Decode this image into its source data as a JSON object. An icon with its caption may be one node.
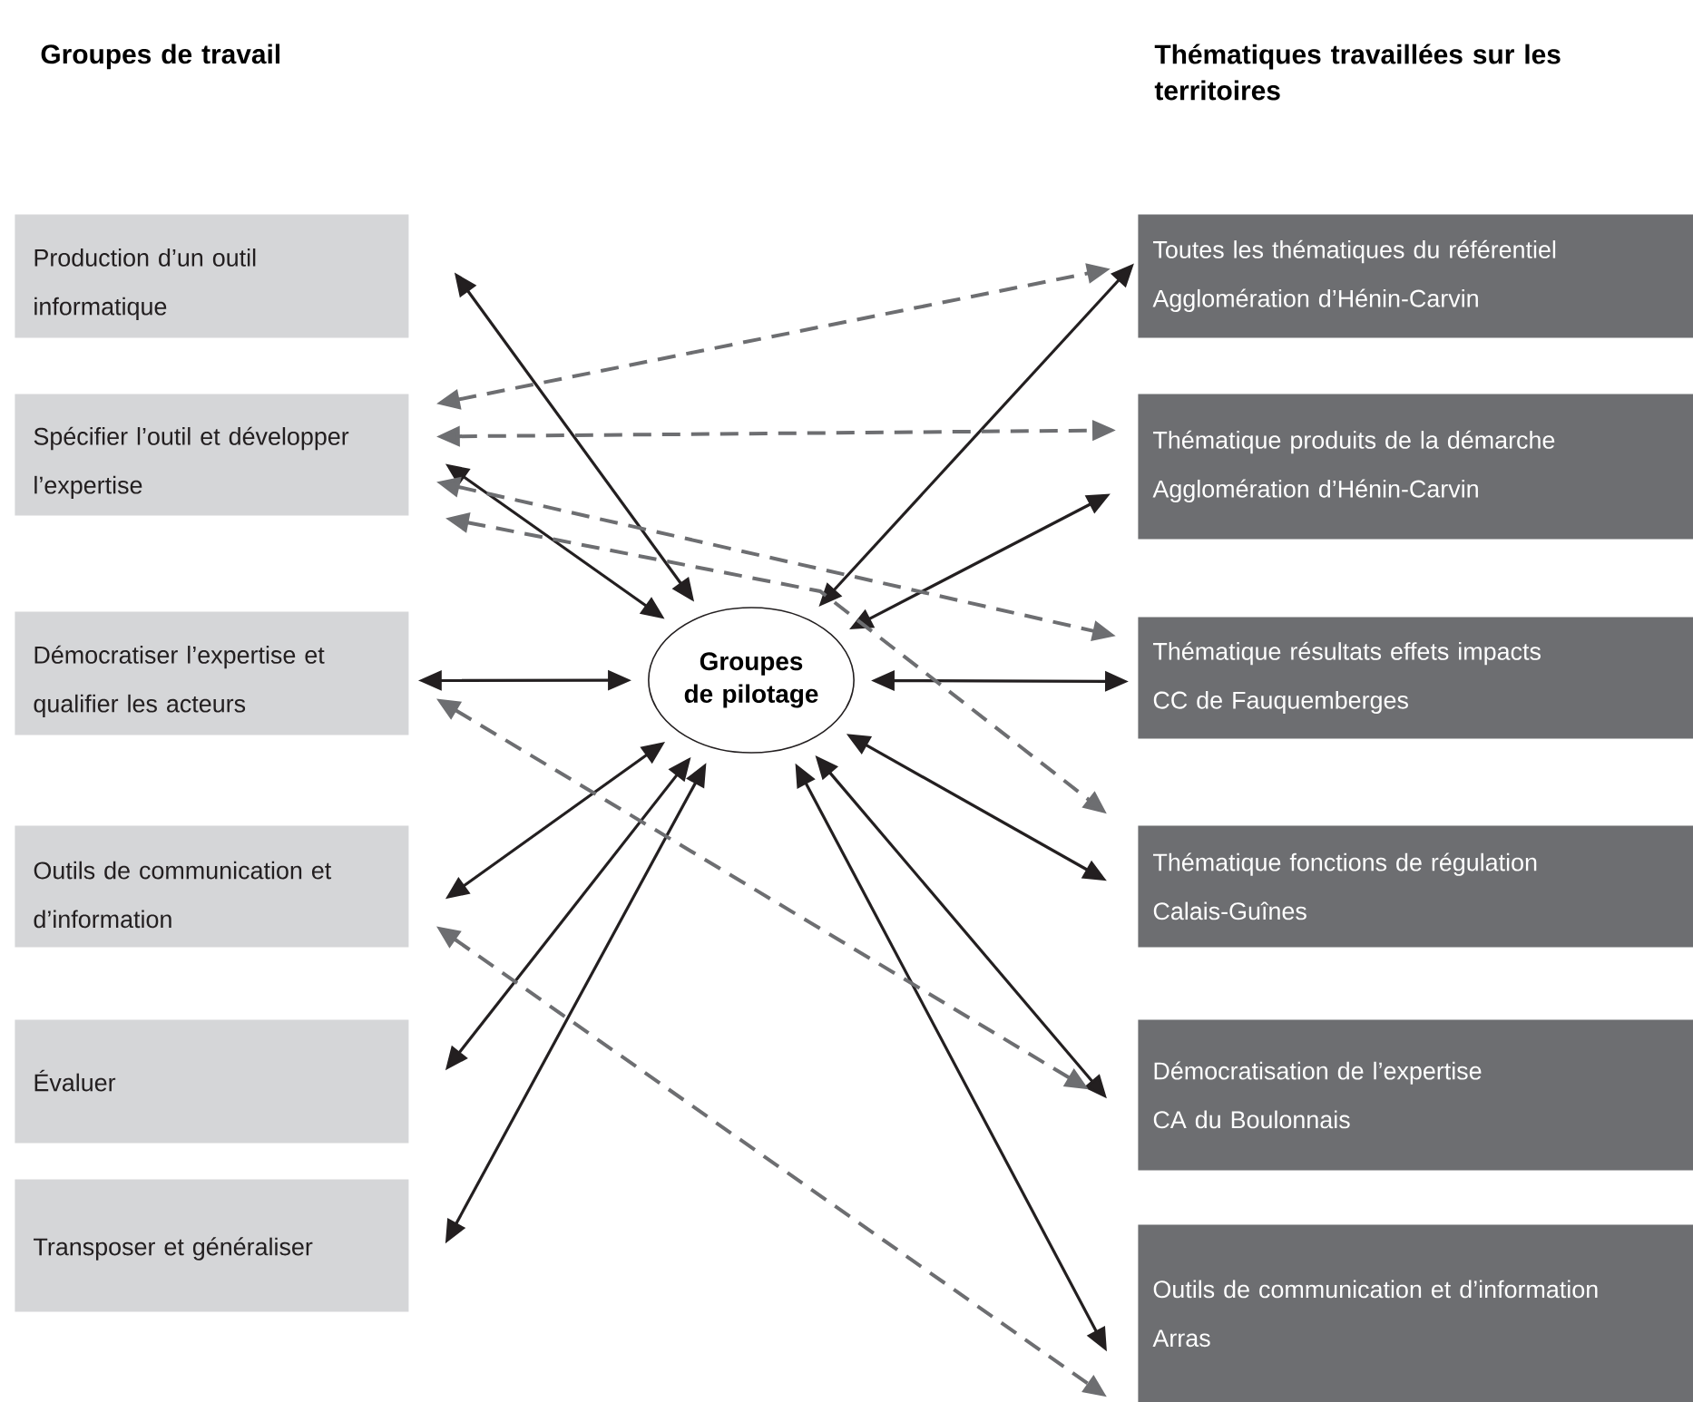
{
  "diagram": {
    "nodes": [
      {
        "text": [
          "Groupes de pilotage"
        ]
      },
      {
        "text": [
          "Production d’un outil informatique"
        ]
      },
      {
        "text": [
          "Spécifier l’outil et développer l’expertise"
        ]
      },
      {
        "text": [
          "Démocratiser l’expertise et qualifier les acteurs"
        ]
      },
      {
        "text": [
          "Outils de communication et d’information"
        ]
      },
      {
        "text": [
          "Évaluer"
        ]
      },
      {
        "text": [
          "Transposer et généraliser"
        ]
      },
      {
        "text": [
          "Toutes les thématiques du référentiel",
          "Agglomération d’Hénin-Carvin"
        ]
      },
      {
        "text": [
          "Thématique produits de la démarche",
          "Agglomération d’Hénin-Carvin"
        ]
      },
      {
        "text": [
          "Thématique résultats effets impacts",
          "CC de Fauquemberges"
        ]
      },
      {
        "text": [
          "Thématique fonctions de régulation",
          "Calais-Guînes"
        ]
      },
      {
        "text": [
          "Démocratisation de l’expertise",
          "CA du Boulonnais"
        ]
      },
      {
        "text": [
          "Outils de communication et d’information",
          "Arras"
        ]
      }
    ],
    "edges": [
      {
        "from": 0,
        "to": 1,
        "arrow": "both"
      },
      {
        "from": 0,
        "to": 2,
        "arrow": "both"
      },
      {
        "from": 0,
        "to": 3,
        "arrow": "both"
      },
      {
        "from": 0,
        "to": 4,
        "arrow": "both"
      },
      {
        "from": 0,
        "to": 5,
        "arrow": "both"
      },
      {
        "from": 0,
        "to": 6,
        "arrow": "both"
      },
      {
        "from": 0,
        "to": 7,
        "arrow": "both"
      },
      {
        "from": 0,
        "to": 8,
        "arrow": "both"
      },
      {
        "from": 0,
        "to": 9,
        "arrow": "both"
      },
      {
        "from": 0,
        "to": 10,
        "arrow": "both"
      },
      {
        "from": 0,
        "to": 11,
        "arrow": "both"
      },
      {
        "from": 0,
        "to": 12,
        "arrow": "both"
      },
      {
        "from": 2,
        "to": 7,
        "arrow": "both",
        "style": "dashed",
        "color": "#6d6e71"
      },
      {
        "from": 2,
        "to": 8,
        "arrow": "both",
        "style": "dashed",
        "color": "#6d6e71"
      },
      {
        "from": 2,
        "to": 9,
        "arrow": "both",
        "style": "dashed",
        "color": "#6d6e71"
      },
      {
        "from": 2,
        "to": 10,
        "arrow": "both",
        "style": "dashed",
        "color": "#6d6e71"
      },
      {
        "from": 3,
        "to": 11,
        "arrow": "both",
        "style": "dashed",
        "color": "#6d6e71"
      },
      {
        "from": 4,
        "to": 12,
        "arrow": "both",
        "style": "dashed",
        "color": "#6d6e71"
      }
    ],
    "labels": [
      "Groupes de travail",
      "Thématiques travaillées sur les territoires"
    ]
  }
}
